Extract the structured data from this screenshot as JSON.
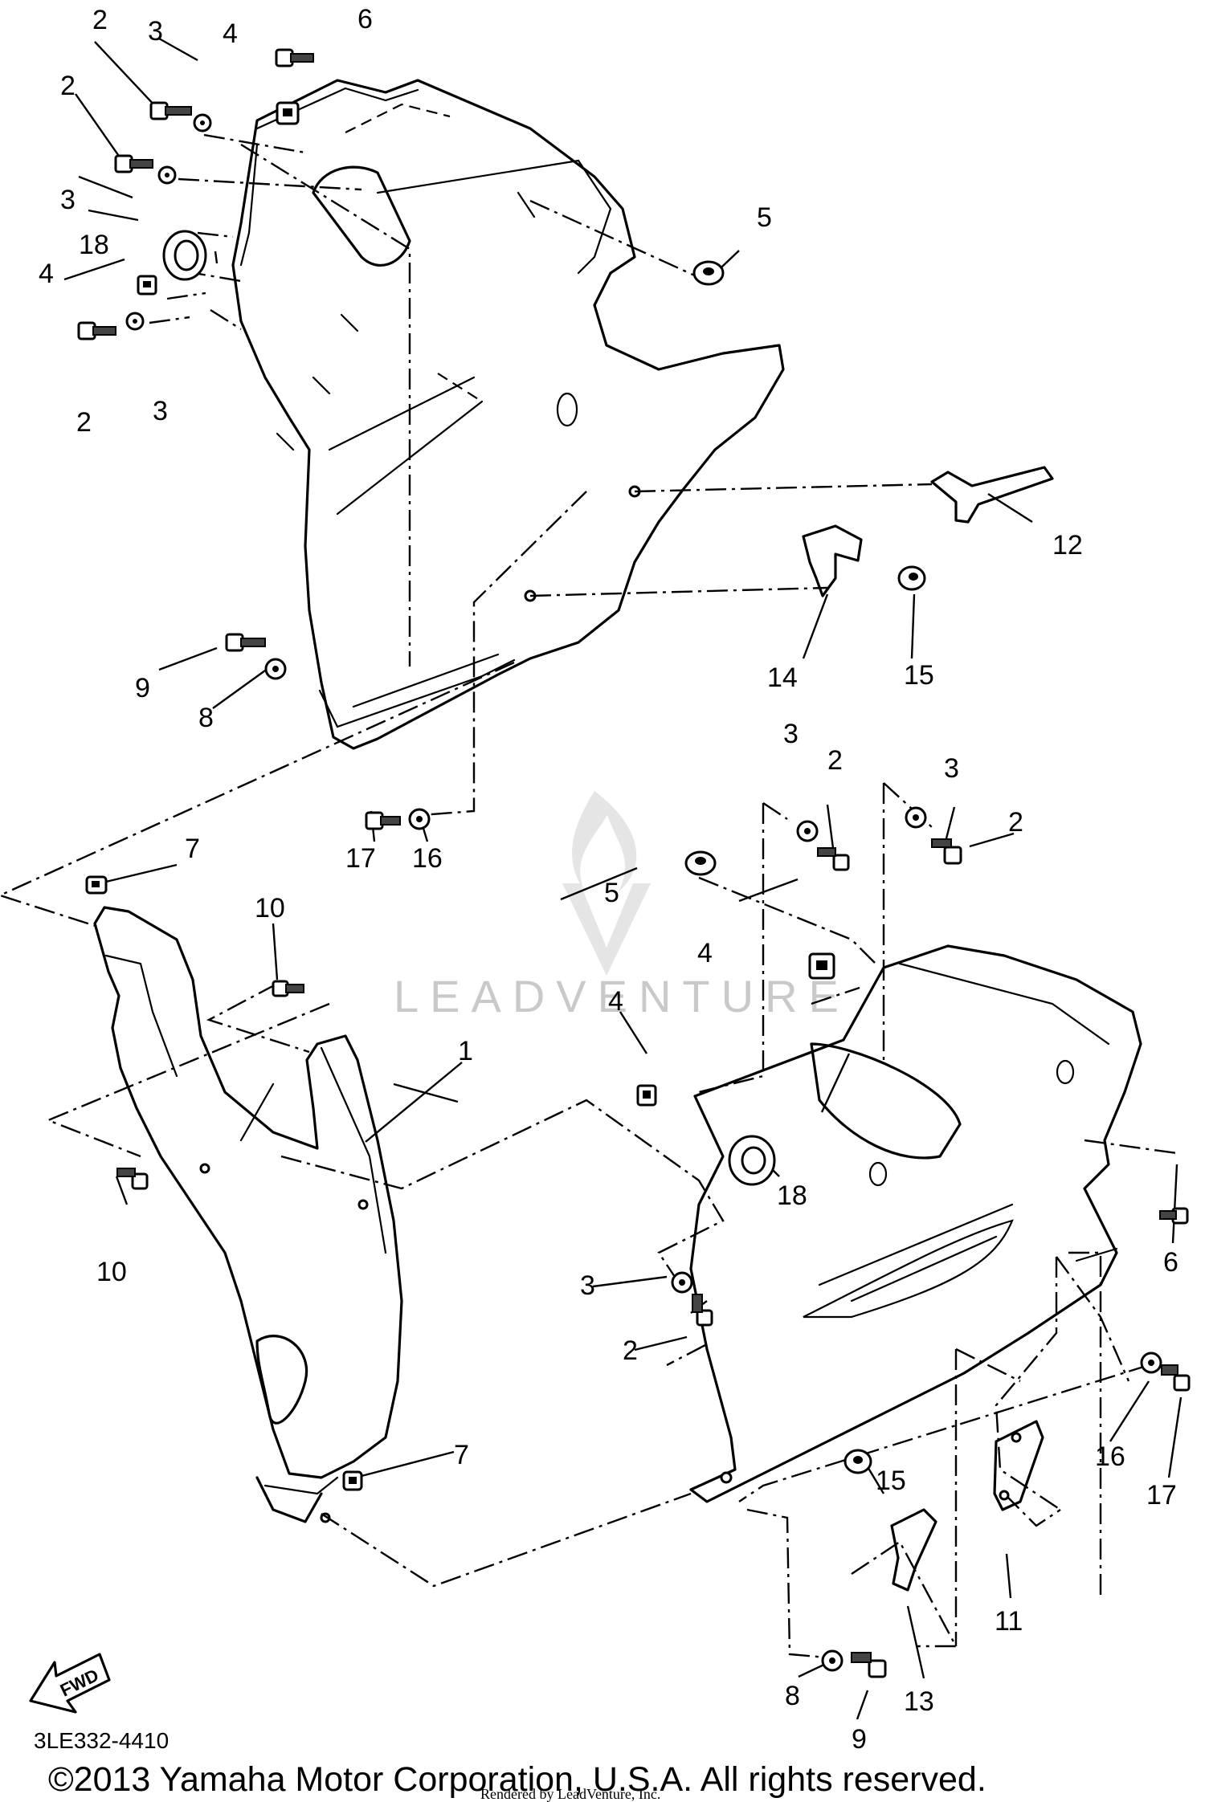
{
  "diagram": {
    "callouts": [
      {
        "id": "c-2a",
        "text": "2"
      },
      {
        "id": "c-3a",
        "text": "3"
      },
      {
        "id": "c-4a",
        "text": "4"
      },
      {
        "id": "c-6a",
        "text": "6"
      },
      {
        "id": "c-2b",
        "text": "2"
      },
      {
        "id": "c-3b",
        "text": "3"
      },
      {
        "id": "c-18a",
        "text": "18"
      },
      {
        "id": "c-4b",
        "text": "4"
      },
      {
        "id": "c-2c",
        "text": "2"
      },
      {
        "id": "c-3c",
        "text": "3"
      },
      {
        "id": "c-5a",
        "text": "5"
      },
      {
        "id": "c-12",
        "text": "12"
      },
      {
        "id": "c-14",
        "text": "14"
      },
      {
        "id": "c-15a",
        "text": "15"
      },
      {
        "id": "c-9a",
        "text": "9"
      },
      {
        "id": "c-8a",
        "text": "8"
      },
      {
        "id": "c-3d",
        "text": "3"
      },
      {
        "id": "c-2d",
        "text": "2"
      },
      {
        "id": "c-3e",
        "text": "3"
      },
      {
        "id": "c-2e",
        "text": "2"
      },
      {
        "id": "c-17a",
        "text": "17"
      },
      {
        "id": "c-16a",
        "text": "16"
      },
      {
        "id": "c-7a",
        "text": "7"
      },
      {
        "id": "c-5b",
        "text": "5"
      },
      {
        "id": "c-10a",
        "text": "10"
      },
      {
        "id": "c-4c",
        "text": "4"
      },
      {
        "id": "c-1",
        "text": "1"
      },
      {
        "id": "c-4d",
        "text": "4"
      },
      {
        "id": "c-10b",
        "text": "10"
      },
      {
        "id": "c-18b",
        "text": "18"
      },
      {
        "id": "c-6b",
        "text": "6"
      },
      {
        "id": "c-3f",
        "text": "3"
      },
      {
        "id": "c-2f",
        "text": "2"
      },
      {
        "id": "c-16b",
        "text": "16"
      },
      {
        "id": "c-17b",
        "text": "17"
      },
      {
        "id": "c-7b",
        "text": "7"
      },
      {
        "id": "c-15b",
        "text": "15"
      },
      {
        "id": "c-11",
        "text": "11"
      },
      {
        "id": "c-13",
        "text": "13"
      },
      {
        "id": "c-8b",
        "text": "8"
      },
      {
        "id": "c-9b",
        "text": "9"
      }
    ],
    "fwd_label": "FWD",
    "diagram_code": "3LE332-4410",
    "copyright": "©2013 Yamaha Motor Corporation, U.S.A. All rights reserved.",
    "rendered_by": "Rendered by LeadVenture, Inc.",
    "watermark": "LEADVENTURE"
  }
}
